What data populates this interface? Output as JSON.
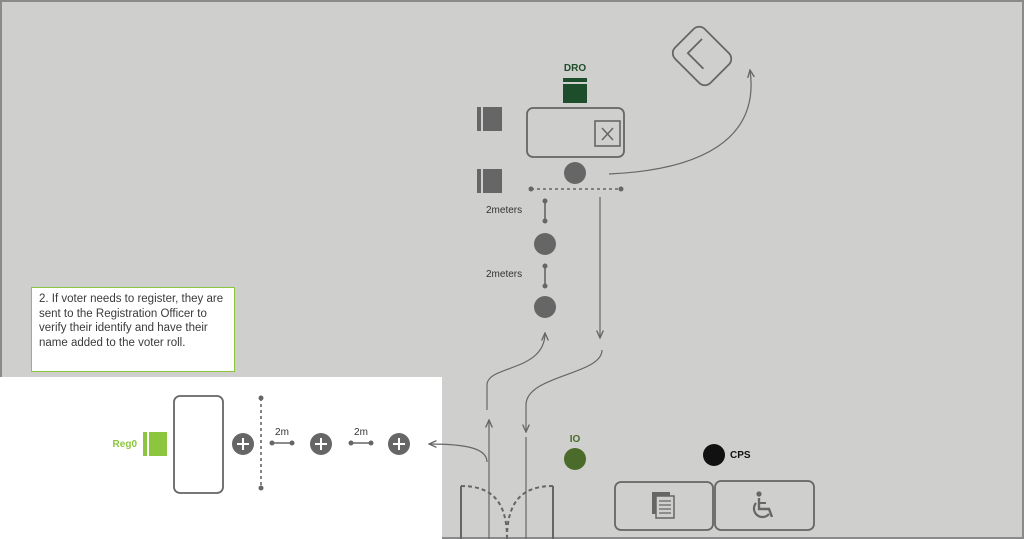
{
  "labels": {
    "dro": "DRO",
    "spacing_1": "2meters",
    "spacing_2": "2meters",
    "spacing_3": "2m",
    "spacing_4": "2m",
    "reg0": "Reg0",
    "io": "IO",
    "cps": "CPS"
  },
  "callout": {
    "text": "2. If voter needs to register, they are sent to the Registration Officer to verify their identify and have their name added to the voter roll."
  },
  "colors": {
    "floor_grey": "#cfcfcd",
    "ink": "#666666",
    "dro_green": "#1e4d2b",
    "reg_green": "#8cc63f",
    "io_green": "#4a6b2a",
    "cps_black": "#111111",
    "highlight": "#ffffff"
  }
}
